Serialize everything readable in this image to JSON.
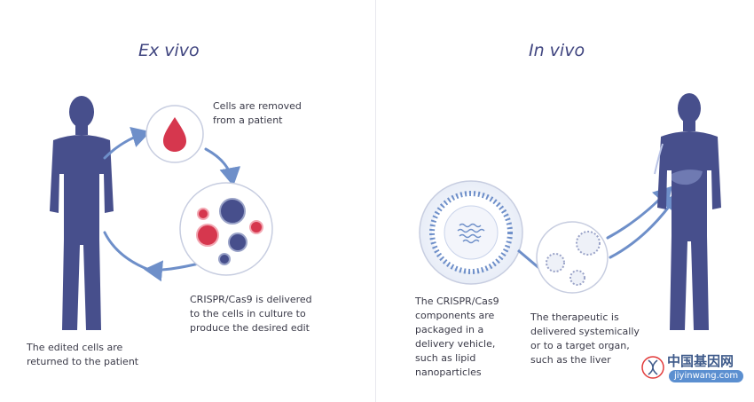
{
  "left": {
    "title": "Ex vivo",
    "step_removed": "Cells are removed\nfrom a patient",
    "step_delivered": "CRISPR/Cas9 is delivered\nto the cells in culture to\nproduce the desired edit",
    "step_returned": "The edited cells are\nreturned to the patient"
  },
  "right": {
    "title": "In vivo",
    "step_packaged": "The CRISPR/Cas9\ncomponents are\npackaged in a\ndelivery vehicle,\nsuch as lipid\nnanoparticles",
    "step_systemic": "The therapeutic is\ndelivered systemically\nor to a target organ,\nsuch as the liver"
  },
  "watermark": {
    "site_name": "中国基因网",
    "url": "jiyinwang.com"
  },
  "colors": {
    "figure": "#474f8c",
    "arrow": "#6e8fc9",
    "blood": "#d6374e",
    "title": "#414680"
  }
}
